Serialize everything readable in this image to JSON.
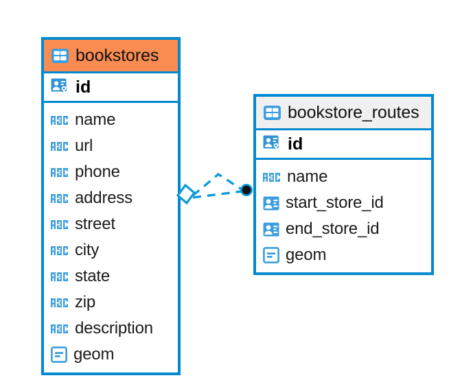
{
  "diagram": {
    "type": "entity-relationship-diagram",
    "background_color": "#ffffff",
    "accent_color": "#0089d0",
    "highlight_color": "#fa8c52",
    "neutral_header_color": "#f0f0f0"
  },
  "tables": [
    {
      "name": "bookstores",
      "header_color": "#fa8c52",
      "primary_key": {
        "label": "id",
        "icon": "primary-key-icon"
      },
      "fields": [
        {
          "label": "name",
          "icon": "abc-text-icon"
        },
        {
          "label": "url",
          "icon": "abc-text-icon"
        },
        {
          "label": "phone",
          "icon": "abc-text-icon"
        },
        {
          "label": "address",
          "icon": "abc-text-icon"
        },
        {
          "label": "street",
          "icon": "abc-text-icon"
        },
        {
          "label": "city",
          "icon": "abc-text-icon"
        },
        {
          "label": "state",
          "icon": "abc-text-icon"
        },
        {
          "label": "zip",
          "icon": "abc-text-icon"
        },
        {
          "label": "description",
          "icon": "abc-text-icon"
        },
        {
          "label": "geom",
          "icon": "geometry-icon"
        }
      ]
    },
    {
      "name": "bookstore_routes",
      "header_color": "#f0f0f0",
      "primary_key": {
        "label": "id",
        "icon": "primary-key-icon"
      },
      "fields": [
        {
          "label": "name",
          "icon": "abc-text-icon"
        },
        {
          "label": "start_store_id",
          "icon": "foreign-key-icon"
        },
        {
          "label": "end_store_id",
          "icon": "foreign-key-icon"
        },
        {
          "label": "geom",
          "icon": "geometry-icon"
        }
      ]
    }
  ],
  "relationship": {
    "from_table": "bookstores",
    "to_table": "bookstore_routes",
    "line_style": "dashed",
    "line_color": "#0f9ad8",
    "source_marker": "diamond-marker",
    "target_marker": "filled-circle-marker"
  }
}
